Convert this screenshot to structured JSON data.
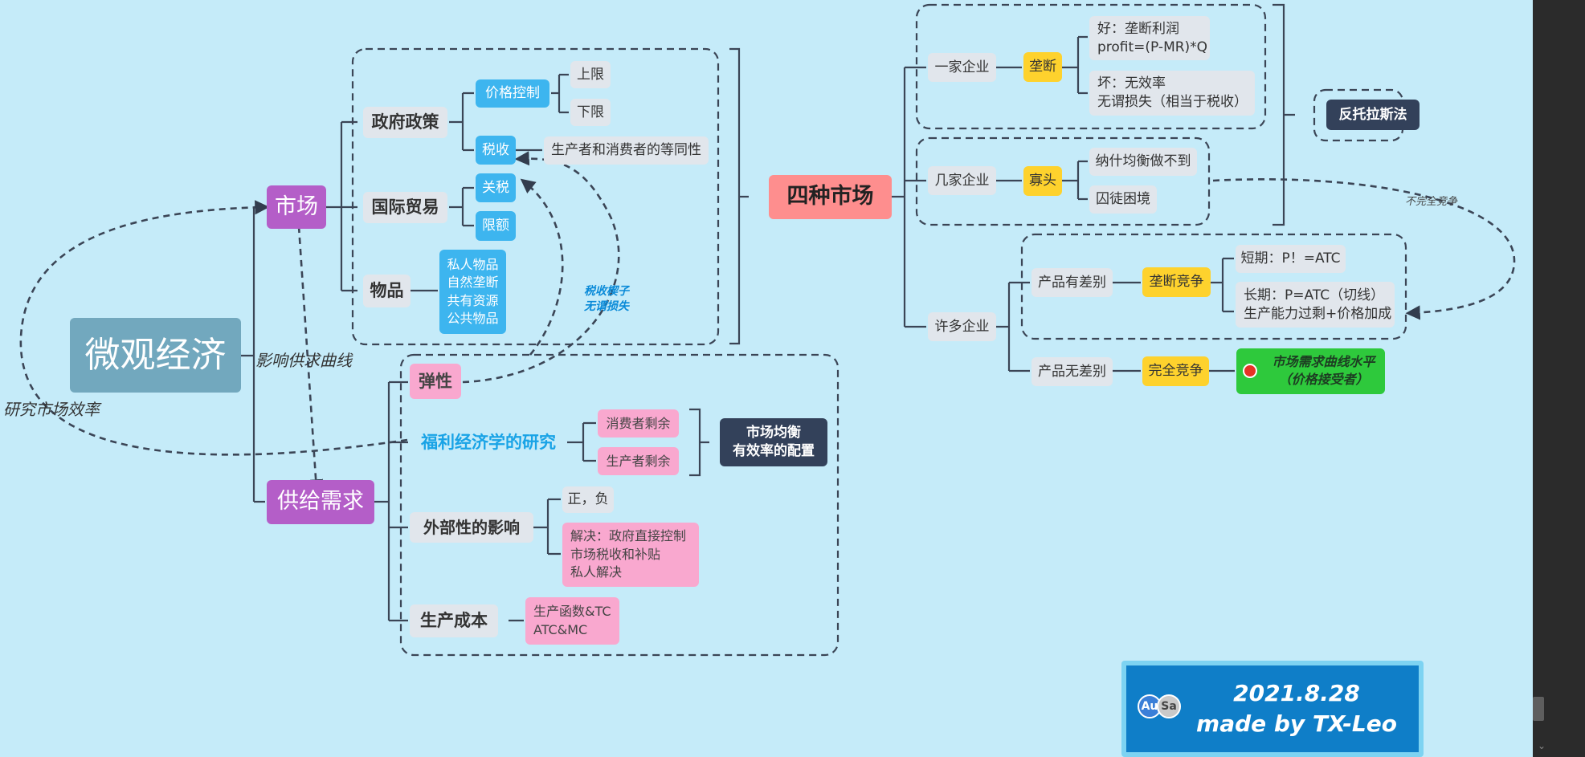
{
  "root": {
    "label": "微观经济"
  },
  "left_links": {
    "market_curve": "影响供求曲线",
    "efficiency": "研究市场效率"
  },
  "market": {
    "label": "市场",
    "policy": {
      "label": "政府政策",
      "price_control": {
        "label": "价格控制",
        "upper": "上限",
        "lower": "下限"
      },
      "tax": {
        "label": "税收",
        "equal": "生产者和消费者的等同性"
      }
    },
    "trade": {
      "label": "国际贸易",
      "tariff": "关税",
      "quota": "限额"
    },
    "goods": {
      "label": "物品",
      "types": "私人物品\n自然垄断\n共有资源\n公共物品"
    }
  },
  "supply_demand": {
    "label": "供给需求",
    "elasticity": "弹性",
    "welfare": {
      "label": "福利经济学的研究",
      "consumer": "消费者剩余",
      "producer": "生产者剩余",
      "result": "市场均衡\n有效率的配置"
    },
    "externality": {
      "label": "外部性的影响",
      "sign": "正，负",
      "solution": "解决：政府直接控制\n市场税收和补贴\n私人解决"
    },
    "cost": {
      "label": "生产成本",
      "items": "生产函数&TC\nATC&MC"
    }
  },
  "tax_note": "税收楔子\n无谓损失",
  "four_markets": {
    "label": "四种市场",
    "one": {
      "label": "一家企业",
      "type": "垄断",
      "good": "好：垄断利润\nprofit=(P-MR)*Q",
      "bad": "坏：无效率\n无谓损失（相当于税收）"
    },
    "few": {
      "label": "几家企业",
      "type": "寡头",
      "nash": "纳什均衡做不到",
      "prisoner": "囚徒困境"
    },
    "many": {
      "label": "许多企业",
      "diff": {
        "label": "产品有差别",
        "type": "垄断竞争",
        "short": "短期：P！=ATC",
        "long": "长期：P=ATC（切线）\n生产能力过剩+价格加成"
      },
      "nodiff": {
        "label": "产品无差别",
        "type": "完全竞争",
        "note": "市场需求曲线水平\n（价格接受者）"
      }
    },
    "antitrust": "反托拉斯法",
    "imperfect": "不完全竞争"
  },
  "signature": {
    "date": "2021.8.28",
    "author": "made by TX-Leo",
    "logo_left": "Au",
    "logo_right": "Sa"
  },
  "colors": {
    "background": "#c5ebf9",
    "root": "#72a8be",
    "purple": "#b45ec8",
    "blue": "#3db5ef",
    "pink": "#f9a8cf",
    "yellow": "#fed22d",
    "dark": "#33415a",
    "red_topic": "#fe8e8e",
    "green": "#2ec93c",
    "signature": "#0f7ec8"
  }
}
